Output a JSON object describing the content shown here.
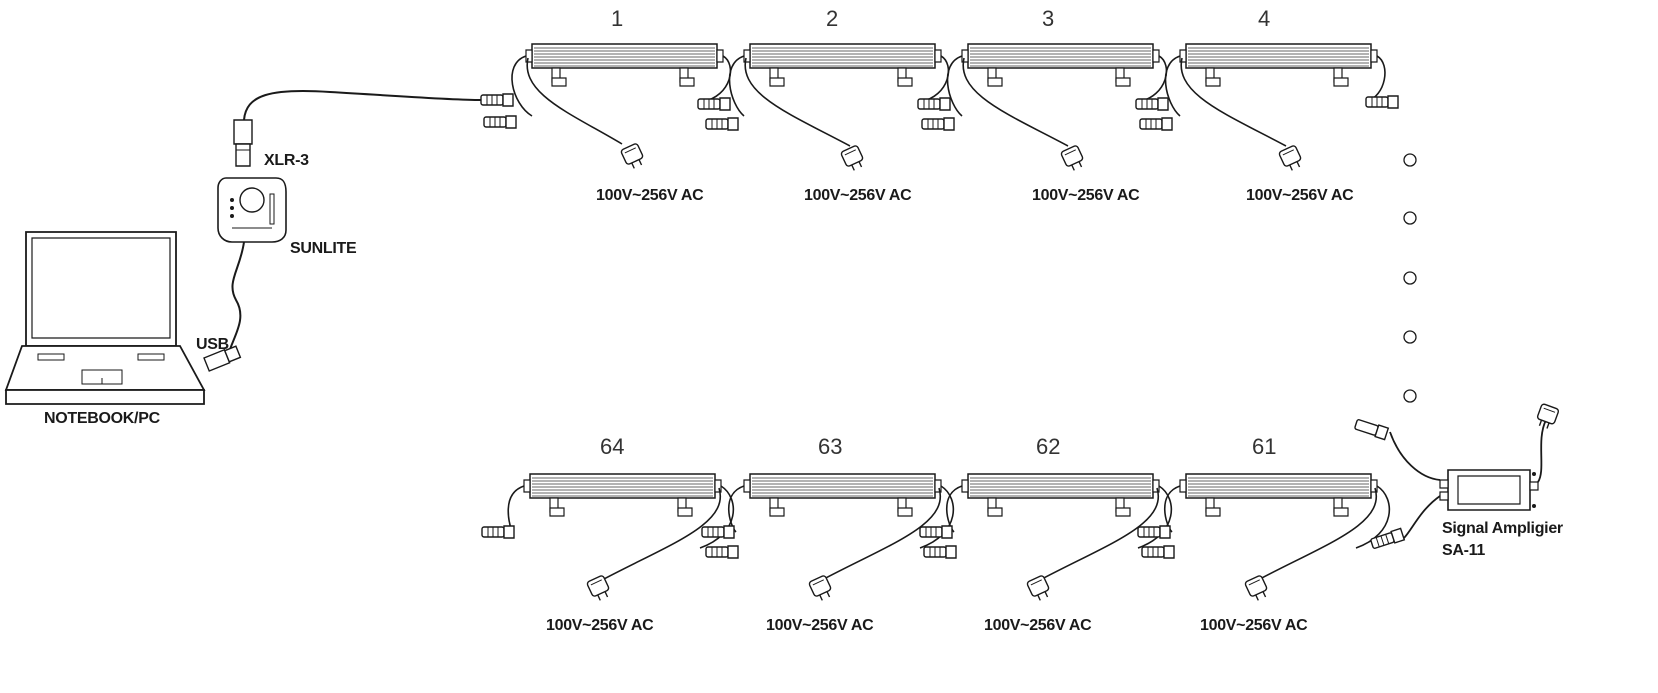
{
  "labels": {
    "xlr": "XLR-3",
    "controller": "SUNLITE",
    "usb": "USB",
    "computer": "NOTEBOOK/PC",
    "amplifier_line1": "Signal Ampligier",
    "amplifier_line2": "SA-11"
  },
  "top_row": [
    {
      "number": "1",
      "voltage": "100V~256V AC"
    },
    {
      "number": "2",
      "voltage": "100V~256V AC"
    },
    {
      "number": "3",
      "voltage": "100V~256V AC"
    },
    {
      "number": "4",
      "voltage": "100V~256V AC"
    }
  ],
  "bottom_row": [
    {
      "number": "64",
      "voltage": "100V~256V AC"
    },
    {
      "number": "63",
      "voltage": "100V~256V AC"
    },
    {
      "number": "62",
      "voltage": "100V~256V AC"
    },
    {
      "number": "61",
      "voltage": "100V~256V AC"
    }
  ],
  "continuation_dots": 5,
  "colors": {
    "line": "#1a1a1a",
    "background": "#ffffff"
  }
}
